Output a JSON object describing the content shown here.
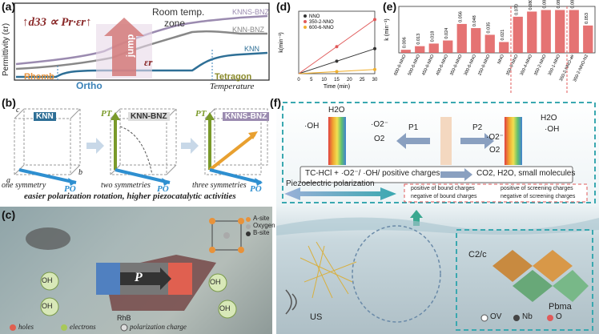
{
  "panel_a": {
    "label": "(a)",
    "equation": "↑d33 ∝ Pr·εr↑",
    "room_temp": "Room temp.",
    "zone": "zone",
    "jump": "jump",
    "epsilon": "εr",
    "series_names": [
      "KNNS-BNZ",
      "KNN-BNZ",
      "KNN"
    ],
    "phases": [
      "Rhomb",
      "Ortho",
      "Tetragon"
    ],
    "ylabel": "Permittivity (εr)",
    "xlabel": "Temperature"
  },
  "panel_b": {
    "label": "(b)",
    "materials": [
      "KNN",
      "KNN-BNZ",
      "KNNS-BNZ"
    ],
    "symmetry_labels": [
      "one symmetry",
      "two symmetries",
      "three symmetries"
    ],
    "caption": "easier polarization rotation, higher piezocatalytic activities",
    "vec_po": "PO",
    "vec_pt": "PT",
    "axis_a": "a",
    "axis_b": "b",
    "axis_c": "c"
  },
  "panel_c": {
    "label": "(c)",
    "legend_sites": [
      "A-site",
      "Oxygen",
      "B-site"
    ],
    "p_label": "P",
    "oh_label": "OH",
    "rhb": "RhB",
    "legend_bottom": [
      "holes",
      "electrons",
      "polarization charge"
    ]
  },
  "panel_d": {
    "label": "(d)",
    "chart_data": {
      "type": "scatter",
      "ylabel": "k(min⁻¹)",
      "xlabel": "Time (min)",
      "x_ticks": [
        0,
        5,
        10,
        15,
        20,
        25,
        30
      ],
      "series": [
        {
          "name": "NNO",
          "color": "#333333",
          "x": [
            15,
            30
          ],
          "y": [
            0.6,
            1.2
          ]
        },
        {
          "name": "350-2-NNO",
          "color": "#e05a5a",
          "x": [
            15,
            30
          ],
          "y": [
            1.3,
            2.6
          ]
        },
        {
          "name": "600-6-NNO",
          "color": "#f0b030",
          "x": [
            15,
            30
          ],
          "y": [
            0.1,
            0.2
          ]
        }
      ]
    }
  },
  "panel_e": {
    "label": "(e)",
    "chart_data": {
      "type": "bar",
      "ylabel": "k (min⁻¹)",
      "categories": [
        "600-6-NNO",
        "500-6-NNO",
        "450-6-NNO",
        "400-6-NNO",
        "350-6-NNO",
        "300-6-NNO",
        "250-6-NNO",
        "NNO",
        "350-6-NNO",
        "350-4-NNO",
        "350-2-NNO",
        "350-1-NNO",
        "350-2-NNO-air",
        "350-2-NNO-N2"
      ],
      "values": [
        0.006,
        0.013,
        0.018,
        0.024,
        0.056,
        0.048,
        0.035,
        0.021,
        0.07,
        0.08,
        0.083,
        0.083,
        0.083,
        0.053
      ],
      "value_labels": [
        "0.006",
        "0.013",
        "0.018",
        "0.024",
        "0.056",
        "0.048",
        "0.035",
        "0.021",
        "0.070",
        "0.080",
        "0.083",
        "0.083",
        "0.083",
        "0.053"
      ],
      "group_breaks_after": [
        7,
        11
      ]
    }
  },
  "panel_f": {
    "label": "(f)",
    "h2o": "H2O",
    "oh_radical": "·OH",
    "o2_radical": "·O2⁻",
    "o2": "O2",
    "p1": "P1",
    "p2": "P2",
    "reaction_left": "TC-HCl + ·O2⁻/ ·OH/ positive charges",
    "reaction_right": "CO2, H2O, small molecules",
    "piezo_title": "Piezoelectric polarization",
    "legend": [
      "positive of bound charges",
      "negative of bound charges",
      "positive of screening charges",
      "negative of screening charges"
    ],
    "us": "US",
    "c2c": "C2/c",
    "pbma": "Pbma",
    "bottom_legend": [
      "OV",
      "Nb",
      "O"
    ]
  },
  "colors": {
    "knns": "#9b8bb0",
    "knnbnz": "#888888",
    "knn": "#2e6f96",
    "phase_orange": "#e8923a",
    "phase_blue": "#3b82b8",
    "phase_olive": "#8a8a2a",
    "teal_border": "#3aa8b0",
    "bar_red": "#e05a5a"
  }
}
